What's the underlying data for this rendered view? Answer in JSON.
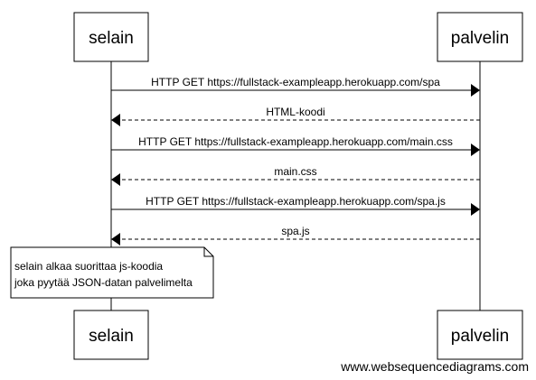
{
  "participants": {
    "browser": "selain",
    "server": "palvelin"
  },
  "messages": [
    {
      "label": "HTTP GET https://fullstack-exampleapp.herokuapp.com/spa",
      "direction": "request"
    },
    {
      "label": "HTML-koodi",
      "direction": "response"
    },
    {
      "label": "HTTP GET https://fullstack-exampleapp.herokuapp.com/main.css",
      "direction": "request"
    },
    {
      "label": "main.css",
      "direction": "response"
    },
    {
      "label": "HTTP GET https://fullstack-exampleapp.herokuapp.com/spa.js",
      "direction": "request"
    },
    {
      "label": "spa.js",
      "direction": "response"
    }
  ],
  "note": {
    "lines": [
      "selain alkaa suorittaa js-koodia",
      "joka pyytää JSON-datan palvelimelta"
    ]
  },
  "footer": "www.websequencediagrams.com"
}
